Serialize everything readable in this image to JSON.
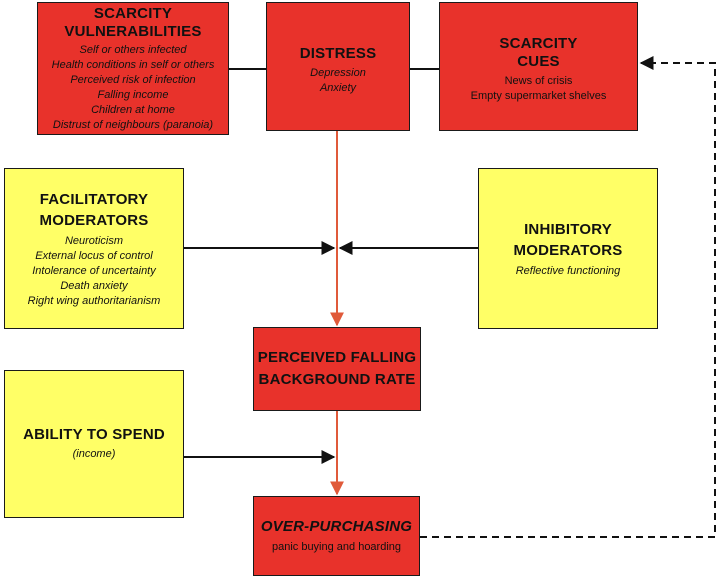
{
  "boxes": {
    "vulnerabilities": {
      "title_lines": [
        "SCARCITY",
        "VULNERABILITIES"
      ],
      "items": [
        "Self or others infected",
        "Health conditions in self or others",
        "Perceived risk of infection",
        "Falling income",
        "Children at home",
        "Distrust of neighbours (paranoia)"
      ]
    },
    "distress": {
      "title": "DISTRESS",
      "items": [
        "Depression",
        "Anxiety"
      ]
    },
    "cues": {
      "title_lines": [
        "SCARCITY",
        "CUES"
      ],
      "items": [
        "News of crisis",
        "Empty supermarket shelves"
      ]
    },
    "facilitatory": {
      "title_lines": [
        "FACILITATORY",
        "MODERATORS"
      ],
      "items": [
        "Neuroticism",
        "External locus of control",
        "Intolerance of uncertainty",
        "Death anxiety",
        "Right wing authoritarianism"
      ]
    },
    "inhibitory": {
      "title_lines": [
        "INHIBITORY",
        "MODERATORS"
      ],
      "items": [
        "Reflective functioning"
      ]
    },
    "background_rate": {
      "title_lines": [
        "PERCEIVED FALLING",
        "BACKGROUND RATE"
      ]
    },
    "ability": {
      "title": "ABILITY TO SPEND",
      "subtitle": "(income)"
    },
    "over_purchasing": {
      "title": "OVER-PURCHASING",
      "subtitle": "panic buying and hoarding"
    }
  },
  "colors": {
    "red_box": "#e8322b",
    "yellow_box": "#ffff66",
    "red_arrow": "#e05a3a",
    "black_line": "#111111"
  }
}
